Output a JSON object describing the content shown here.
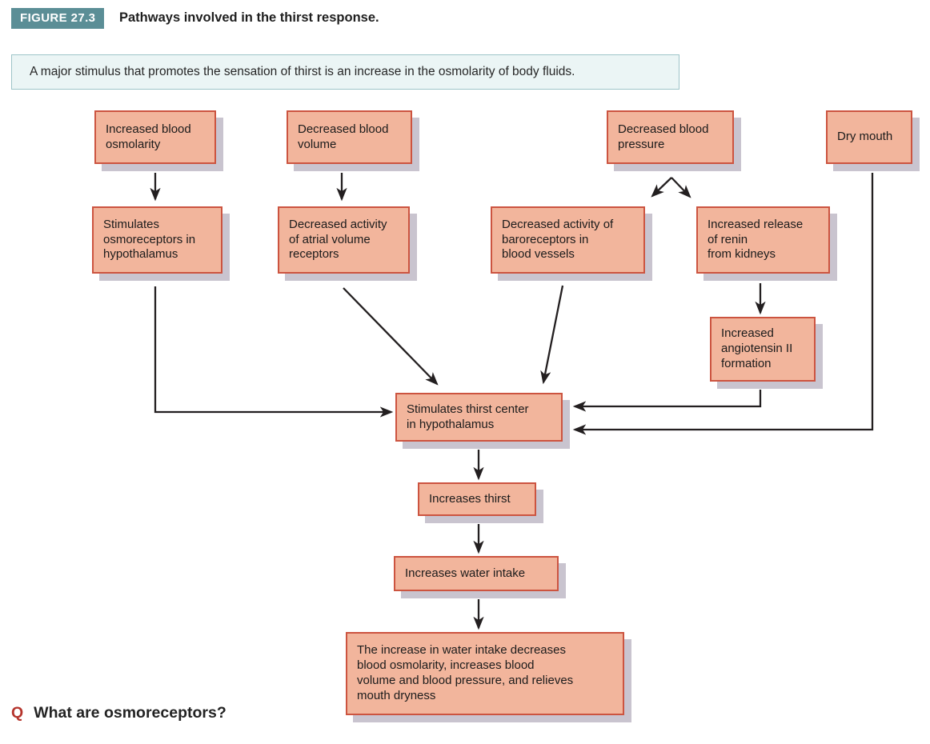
{
  "header": {
    "badge": "FIGURE 27.3",
    "title": "Pathways involved in the thirst response."
  },
  "key_concept": {
    "text": "A major stimulus that promotes the sensation of thirst is an increase in the osmolarity of body fluids."
  },
  "diagram": {
    "nodes": [
      {
        "id": "increased-blood-osmolarity",
        "label": "Increased blood\nosmolarity"
      },
      {
        "id": "decreased-blood-volume",
        "label": "Decreased blood\nvolume"
      },
      {
        "id": "decreased-blood-pressure",
        "label": "Decreased blood\npressure"
      },
      {
        "id": "dry-mouth",
        "label": "Dry mouth"
      },
      {
        "id": "stimulates-osmoreceptors",
        "label": "Stimulates\nosmoreceptors in\nhypothalamus"
      },
      {
        "id": "decreased-atrial-volume-receptors",
        "label": "Decreased activity\nof atrial volume\nreceptors"
      },
      {
        "id": "decreased-baroreceptors",
        "label": "Decreased activity of\nbaroreceptors in\nblood vessels"
      },
      {
        "id": "increased-renin-release",
        "label": "Increased release\nof renin\nfrom kidneys"
      },
      {
        "id": "increased-angiotensin",
        "label": "Increased\nangiotensin II\nformation"
      },
      {
        "id": "stimulates-thirst-center",
        "label": "Stimulates thirst center\nin hypothalamus"
      },
      {
        "id": "increases-thirst",
        "label": "Increases thirst"
      },
      {
        "id": "increases-water-intake",
        "label": "Increases water intake"
      },
      {
        "id": "feedback-result",
        "label": "The increase in water intake decreases\nblood osmolarity, increases blood\nvolume and blood pressure, and relieves\nmouth dryness"
      }
    ],
    "edges": [
      {
        "from": "increased-blood-osmolarity",
        "to": "stimulates-osmoreceptors"
      },
      {
        "from": "decreased-blood-volume",
        "to": "decreased-atrial-volume-receptors"
      },
      {
        "from": "decreased-blood-pressure",
        "to": "decreased-baroreceptors"
      },
      {
        "from": "decreased-blood-pressure",
        "to": "increased-renin-release"
      },
      {
        "from": "stimulates-osmoreceptors",
        "to": "stimulates-thirst-center"
      },
      {
        "from": "decreased-atrial-volume-receptors",
        "to": "stimulates-thirst-center"
      },
      {
        "from": "decreased-baroreceptors",
        "to": "stimulates-thirst-center"
      },
      {
        "from": "increased-renin-release",
        "to": "increased-angiotensin"
      },
      {
        "from": "increased-angiotensin",
        "to": "stimulates-thirst-center"
      },
      {
        "from": "dry-mouth",
        "to": "stimulates-thirst-center"
      },
      {
        "from": "stimulates-thirst-center",
        "to": "increases-thirst"
      },
      {
        "from": "increases-thirst",
        "to": "increases-water-intake"
      },
      {
        "from": "increases-water-intake",
        "to": "feedback-result"
      }
    ]
  },
  "question": {
    "marker": "Q",
    "text": "What are osmoreceptors?"
  },
  "colors": {
    "node_fill": "#F2B59C",
    "node_border": "#CC5440",
    "node_shadow": "#C9C4CF",
    "badge_bg": "#5B8E96",
    "note_bg": "#EBF5F5",
    "note_border": "#9EC4C8",
    "question_red": "#B5342C",
    "arrow": "#231F20"
  }
}
